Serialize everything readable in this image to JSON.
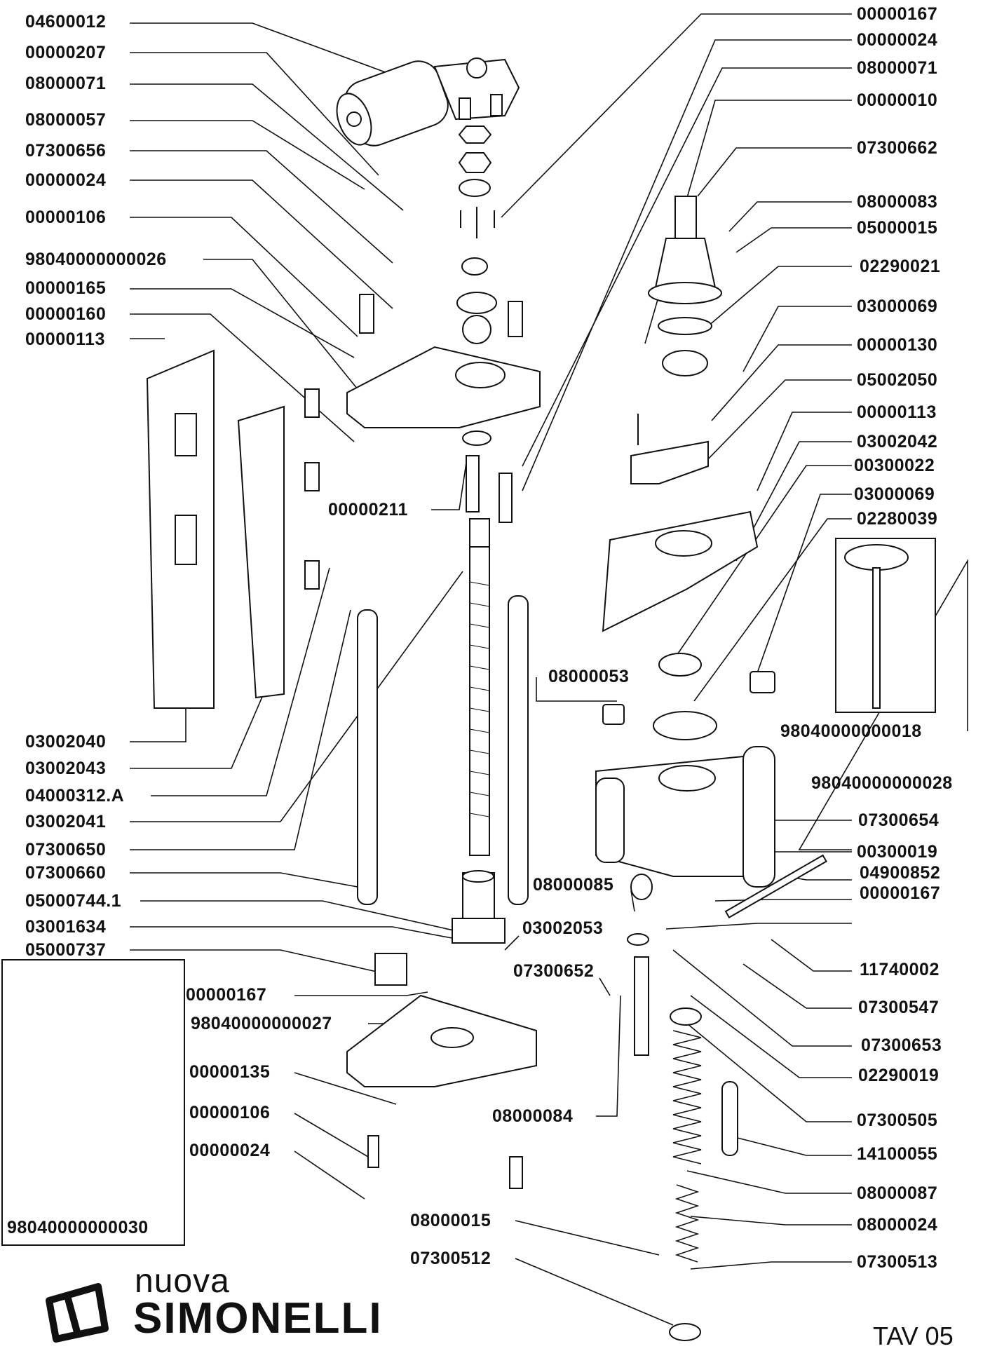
{
  "left_labels": [
    "04600012",
    "00000207",
    "08000071",
    "08000057",
    "07300656",
    "00000024",
    "00000106",
    "98040000000026",
    "00000165",
    "00000160",
    "00000113"
  ],
  "left_bottom_labels": [
    "03002040",
    "03002043",
    "04000312.A",
    "03002041",
    "07300650",
    "07300660",
    "05000744.1",
    "03001634",
    "05000737"
  ],
  "center_labels": [
    "00000211",
    "08000053",
    "08000085",
    "03002053",
    "07300652",
    "00000167",
    "98040000000027",
    "00000135",
    "00000106",
    "00000024",
    "08000084",
    "08000015",
    "07300512"
  ],
  "right_labels": [
    "00000167",
    "00000024",
    "08000071",
    "00000010",
    "07300662",
    "08000083",
    "05000015",
    "02290021",
    "03000069",
    "00000130",
    "05002050",
    "00000113",
    "03002042",
    "00300022",
    "03000069",
    "02280039",
    "98040000000018",
    "98040000000028",
    "07300654",
    "00300019",
    "04900852",
    "00000167",
    "11740002",
    "07300547",
    "07300653",
    "02290019",
    "07300505",
    "14100055",
    "08000087",
    "08000024",
    "07300513"
  ],
  "inset_label": "98040000000030",
  "brand": {
    "line1": "nuova",
    "line2": "SIMONELLI"
  },
  "sheet_code": "TAV 05"
}
